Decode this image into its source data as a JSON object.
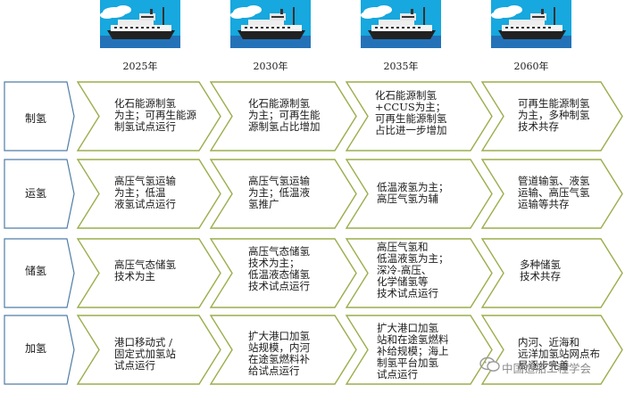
{
  "colors": {
    "sky": "#16a8de",
    "sea": "#2372b8",
    "chevron_stroke": "#9aae4c",
    "label_stroke": "#4f7da6"
  },
  "years": [
    "2025年",
    "2030年",
    "2035年",
    "2060年"
  ],
  "rows": [
    {
      "label": "制氢",
      "cells": [
        "化石能源制氢\n为主；可再生能源\n制氢试点运行",
        "化石能源制氢\n为主；可再生能\n源制氢占比增加",
        "化石能源制氢\n+CCUS为主；\n可再生能源制氢\n占比进一步增加",
        "可再生能源制氢\n为主，多种制氢\n技术共存"
      ]
    },
    {
      "label": "运氢",
      "cells": [
        "高压气氢运输\n为主；低温\n液氢试点运行",
        "高压气氢运输\n为主；低温液\n氢推广",
        "低温液氢为主；\n高压气氢为辅",
        "管道输氢、液氢\n运输、高压气氢\n运输等共存"
      ]
    },
    {
      "label": "储氢",
      "cells": [
        "高压气态储氢\n技术为主",
        "高压气态储氢\n技术为主；\n低温液态储氢\n技术试点运行",
        "高压气氢和\n低温液氢为主；\n深冷-高压、\n化学储氢等\n技术试点运行",
        "多种储氢\n技术共存"
      ]
    },
    {
      "label": "加氢",
      "cells": [
        "港口移动式 /\n固定式加氢站\n试点运行",
        "扩大港口加氢\n站规模，内河\n在途氢燃料补\n给试点运行",
        "扩大港口加氢\n站和在途氢燃料\n补给规模；海上\n制氢平台加氢\n试点运行",
        "内河、近海和\n远洋加氢站网点布\n局逐步完善"
      ]
    }
  ],
  "watermark": "中国造船工程学会",
  "icons": [
    "ship-illustration",
    "wechat-icon"
  ]
}
